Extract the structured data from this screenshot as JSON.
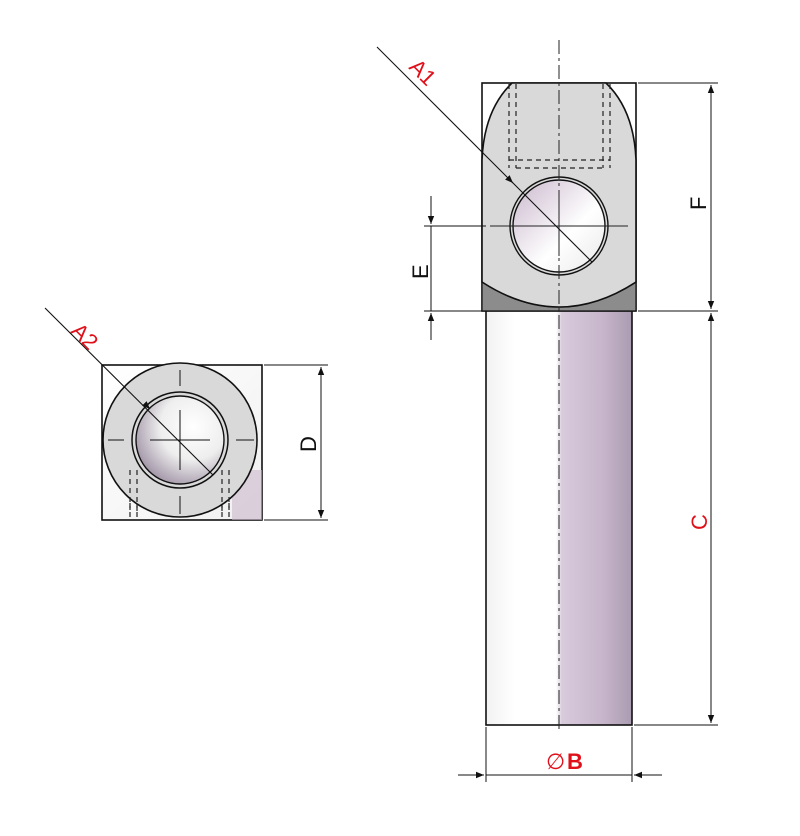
{
  "colors": {
    "line": "#111111",
    "hidden_line": "#222222",
    "accent_label": "#e0101a",
    "body_fill": "#d9d9d9",
    "dark_fill": "#8c8c8c",
    "tube_light": "#ffffff",
    "tube_tint": "#c9b8cc"
  },
  "labels": {
    "a1": "A1",
    "a2": "A2",
    "b_symbol": "∅",
    "b": "B",
    "c": "C",
    "d": "D",
    "e": "E",
    "f": "F"
  }
}
